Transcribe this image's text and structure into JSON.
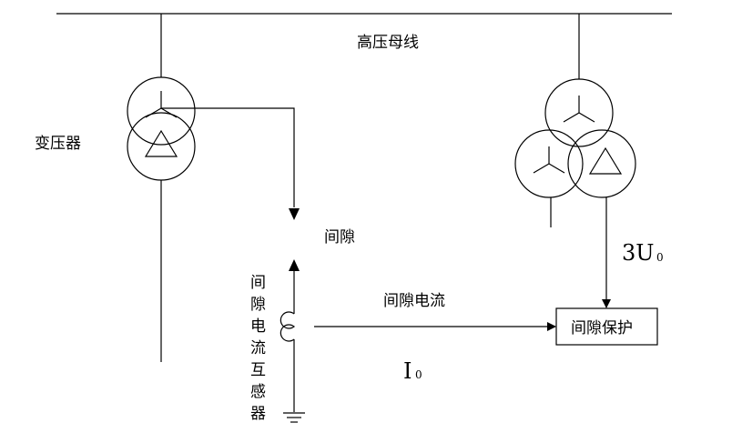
{
  "labels": {
    "bus": "高压母线",
    "transformer": "变压器",
    "gap": "间隙",
    "gap_current": "间隙电流",
    "gap_protection": "间隙保护",
    "ct_chars": [
      "间",
      "隙",
      "电",
      "流",
      "互",
      "感",
      "器"
    ],
    "voltage_main": "3U",
    "voltage_sub": "0",
    "current_main": "I",
    "current_sub": "0"
  }
}
